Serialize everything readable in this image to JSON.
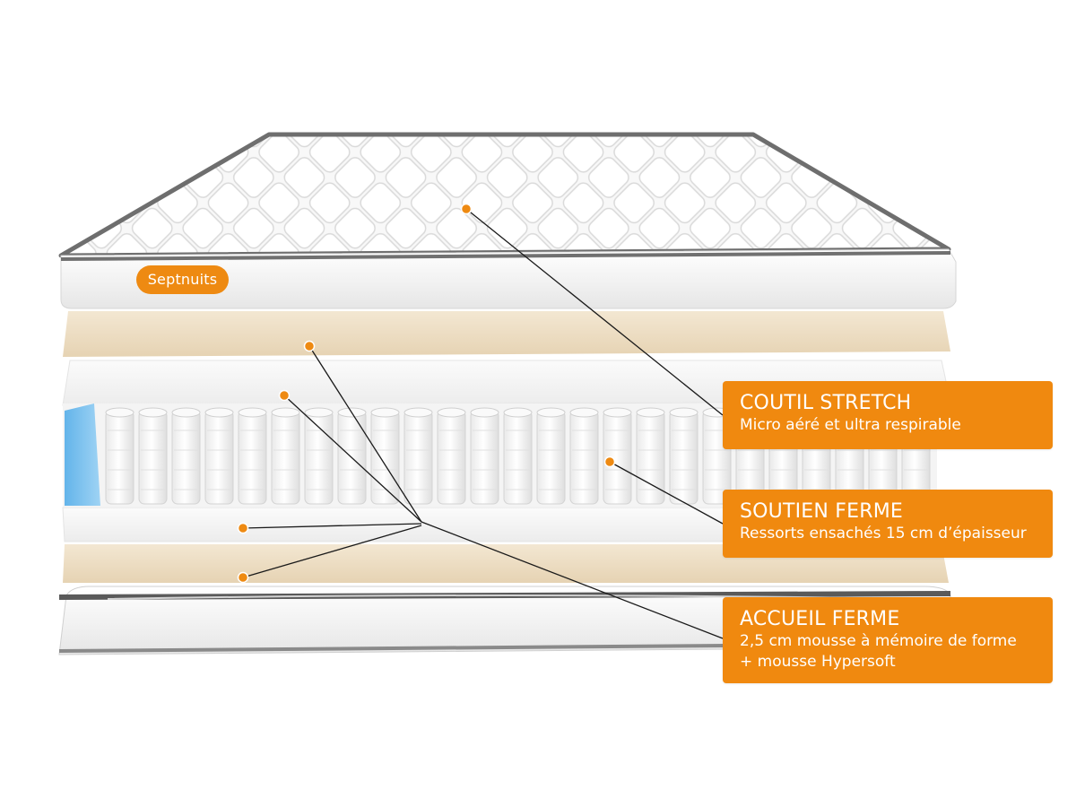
{
  "brand": {
    "logo_text": "Septnuits"
  },
  "callouts": [
    {
      "title": "COUTIL STRETCH",
      "subtitle_lines": [
        "Micro aéré et ultra respirable"
      ]
    },
    {
      "title": "SOUTIEN FERME",
      "subtitle_lines": [
        "Ressorts ensachés 15 cm d’épaisseur"
      ]
    },
    {
      "title": "ACCUEIL FERME",
      "subtitle_lines": [
        "2,5 cm mousse à mémoire de forme",
        "+ mousse Hypersoft"
      ]
    }
  ],
  "colors": {
    "accent": "#f0890f",
    "foam_beige": "#efe1c8",
    "foam_white": "#f7f7f7",
    "edge_blue": "#7cc3ef",
    "piping_gray": "#6e6e6e"
  }
}
